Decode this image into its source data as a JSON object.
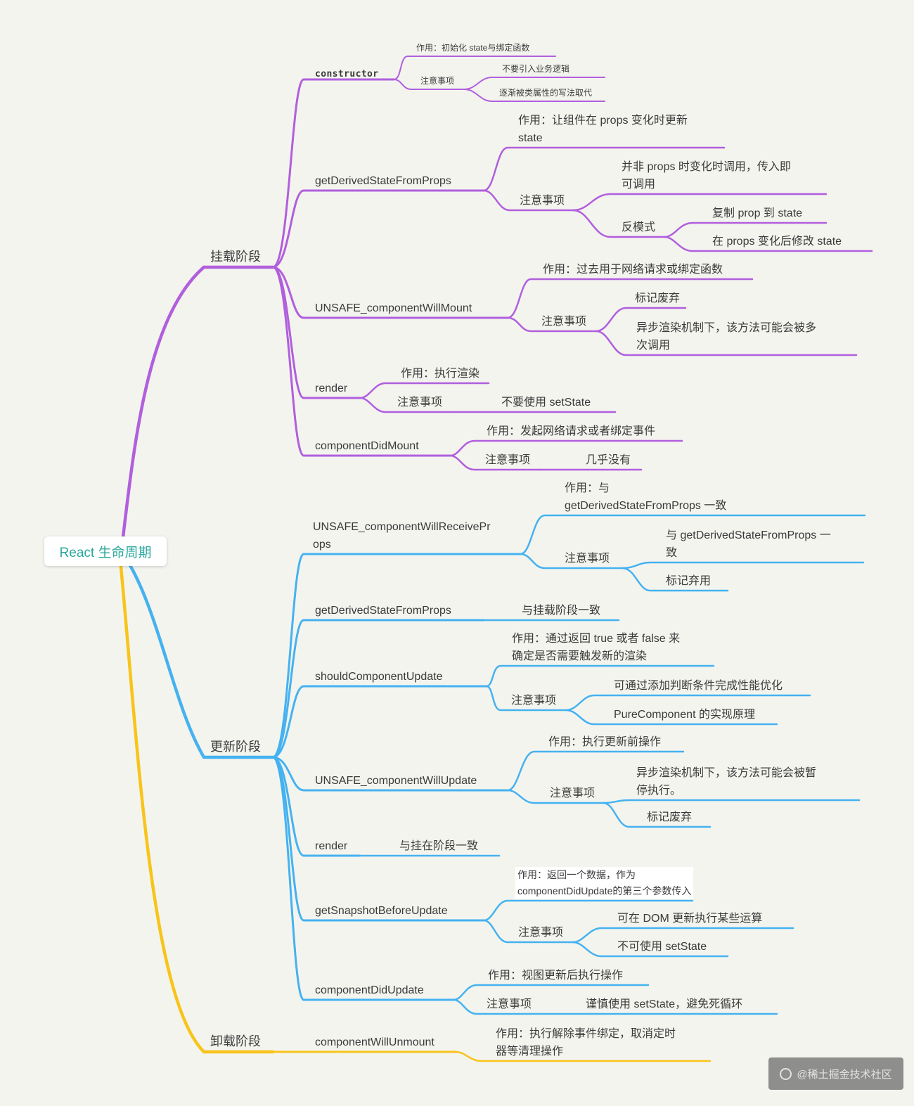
{
  "root": {
    "label": "React 生命周期"
  },
  "branches": {
    "mount": {
      "label": "挂载阶段"
    },
    "update": {
      "label": "更新阶段"
    },
    "unmount": {
      "label": "卸载阶段"
    }
  },
  "colors": {
    "mount": "#b15fdd",
    "update": "#45b2f0",
    "unmount": "#f8c41a",
    "root_text": "#2aa79c"
  },
  "nodes": {
    "c1": {
      "label": "constructor"
    },
    "c1a": {
      "label": "作用：初始化 state与绑定函数"
    },
    "c1b": {
      "label": "注意事项"
    },
    "c1b1": {
      "label": "不要引入业务逻辑"
    },
    "c1b2": {
      "label": "逐渐被类属性的写法取代"
    },
    "c2": {
      "label": "getDerivedStateFromProps"
    },
    "c2a": {
      "label": "作用：让组件在 props 变化时更新\nstate"
    },
    "c2b": {
      "label": "注意事项"
    },
    "c2b1": {
      "label": "并非 props 时变化时调用，传入即\n可调用"
    },
    "c2b2": {
      "label": "反模式"
    },
    "c2b2a": {
      "label": "复制 prop 到 state"
    },
    "c2b2b": {
      "label": "在 props 变化后修改 state"
    },
    "c3": {
      "label": "UNSAFE_componentWillMount"
    },
    "c3a": {
      "label": "作用：过去用于网络请求或绑定函数"
    },
    "c3b": {
      "label": "注意事项"
    },
    "c3b1": {
      "label": "标记废弃"
    },
    "c3b2": {
      "label": "异步渲染机制下，该方法可能会被多\n次调用"
    },
    "c4": {
      "label": "render"
    },
    "c4a": {
      "label": "作用：执行渲染"
    },
    "c4b": {
      "label": "注意事项"
    },
    "c4b1": {
      "label": "不要使用 setState"
    },
    "c5": {
      "label": "componentDidMount"
    },
    "c5a": {
      "label": "作用：发起网络请求或者绑定事件"
    },
    "c5b": {
      "label": "注意事项"
    },
    "c5b1": {
      "label": "几乎没有"
    },
    "u1": {
      "label": "UNSAFE_componentWillReceivePr\nops"
    },
    "u1a": {
      "label": "作用：与\ngetDerivedStateFromProps 一致"
    },
    "u1b": {
      "label": "注意事项"
    },
    "u1b1": {
      "label": "与 getDerivedStateFromProps 一\n致"
    },
    "u1b2": {
      "label": "标记弃用"
    },
    "u2": {
      "label": "getDerivedStateFromProps"
    },
    "u2a": {
      "label": "与挂载阶段一致"
    },
    "u3": {
      "label": "shouldComponentUpdate"
    },
    "u3a": {
      "label": "作用：通过返回 true 或者 false 来\n确定是否需要触发新的渲染"
    },
    "u3b": {
      "label": "注意事项"
    },
    "u3b1": {
      "label": "可通过添加判断条件完成性能优化"
    },
    "u3b2": {
      "label": "PureComponent 的实现原理"
    },
    "u4": {
      "label": "UNSAFE_componentWillUpdate"
    },
    "u4a": {
      "label": "作用：执行更新前操作"
    },
    "u4b": {
      "label": "注意事项"
    },
    "u4b1": {
      "label": "异步渲染机制下，该方法可能会被暂\n停执行。"
    },
    "u4b2": {
      "label": "标记废弃"
    },
    "u5": {
      "label": "render"
    },
    "u5a": {
      "label": "与挂在阶段一致"
    },
    "u6": {
      "label": "getSnapshotBeforeUpdate"
    },
    "u6a": {
      "label": "作用：返回一个数据，作为\ncomponentDidUpdate的第三个参数传入"
    },
    "u6b": {
      "label": "注意事项"
    },
    "u6b1": {
      "label": "可在 DOM 更新执行某些运算"
    },
    "u6b2": {
      "label": "不可使用 setState"
    },
    "u7": {
      "label": "componentDidUpdate"
    },
    "u7a": {
      "label": "作用：视图更新后执行操作"
    },
    "u7b": {
      "label": "注意事项"
    },
    "u7b1": {
      "label": "谨慎使用 setState，避免死循环"
    },
    "x1": {
      "label": "componentWillUnmount"
    },
    "x1a": {
      "label": "作用：执行解除事件绑定，取消定时\n器等清理操作"
    }
  },
  "watermark": {
    "label": "@稀土掘金技术社区"
  }
}
